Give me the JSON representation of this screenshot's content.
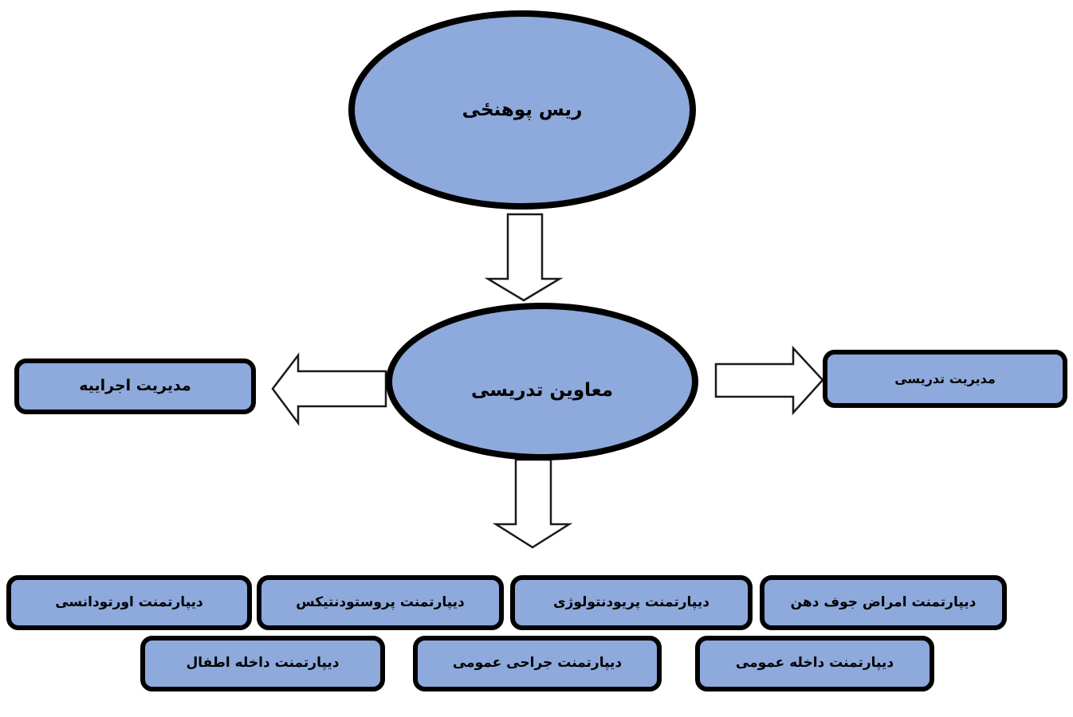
{
  "diagram": {
    "type": "org-chart",
    "nodes": {
      "dean": "ریس پوهنځی",
      "teaching_deputy": "معاوین تدریسی",
      "executive_management": "مدیریت اجراییه",
      "teaching_management": "مدیریت تدریسی"
    },
    "departments_row1": [
      "دیپارتمنت اورتودانسی",
      "دیپارتمنت پروستودنتیکس",
      "دیپارتمنت پریودنتولوژی",
      "دیپارتمنت امراض جوف دهن"
    ],
    "departments_row2": [
      "دیپارتمنت داخله اطفال",
      "دیپارتمنت جراحی عمومی",
      "دیپارتمنت داخله عمومی"
    ],
    "colors": {
      "node_fill": "#8EA9DB",
      "node_border": "#000000",
      "arrow_fill": "#FFFFFF",
      "arrow_outline": "#1A1A1A",
      "text": "#000000",
      "background": "#FFFFFF"
    }
  }
}
